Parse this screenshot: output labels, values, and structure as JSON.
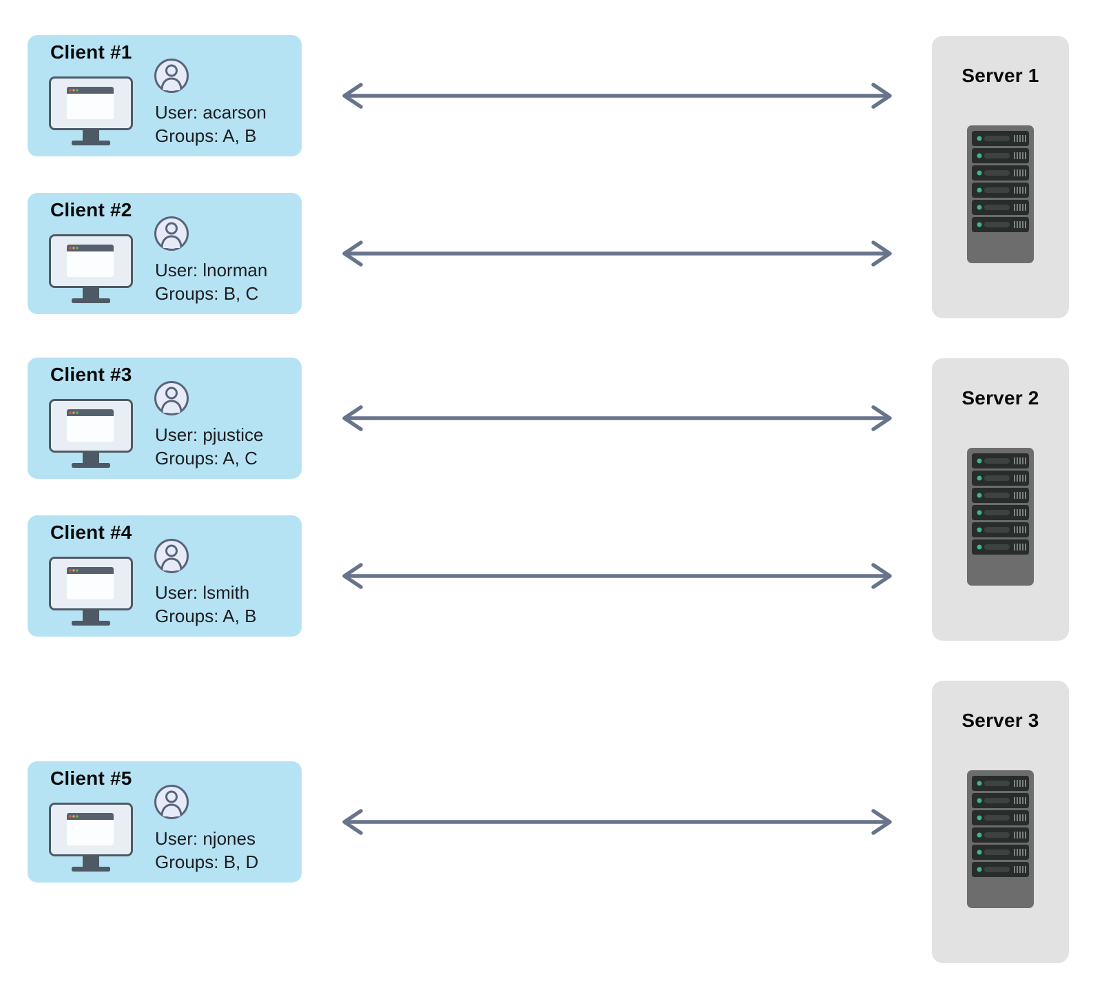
{
  "diagram": {
    "clients": [
      {
        "title": "Client #1",
        "user": "User: acarson",
        "groups": "Groups: A, B"
      },
      {
        "title": "Client #2",
        "user": "User: lnorman",
        "groups": "Groups: B, C"
      },
      {
        "title": "Client #3",
        "user": "User: pjustice",
        "groups": "Groups: A, C"
      },
      {
        "title": "Client #4",
        "user": "User: lsmith",
        "groups": "Groups: A, B"
      },
      {
        "title": "Client #5",
        "user": "User: njones",
        "groups": "Groups: B, D"
      }
    ],
    "servers": [
      {
        "title": "Server 1"
      },
      {
        "title": "Server 2"
      },
      {
        "title": "Server 3"
      }
    ],
    "connections": "each client linked to a server by a double-headed arrow"
  },
  "icons": {
    "client": "monitor-icon",
    "user": "user-avatar-icon",
    "server": "server-rack-icon",
    "link": "bidirectional-arrow-icon"
  },
  "colors": {
    "client_box": "#b6e3f4",
    "server_box": "#e2e2e2",
    "arrow": "#68748c",
    "heading": "#0a0a0a",
    "text": "#1d1d1f",
    "monitor_frame": "#4d5965",
    "monitor_screen": "#e9eef5",
    "browser_window": "#fcfdfe",
    "browser_bar": "#57616e",
    "traffic_red": "#e25c4a",
    "traffic_yellow": "#e8a33d",
    "traffic_green": "#68b768",
    "avatar_fill": "#e6ebf7",
    "avatar_stroke": "#59647a",
    "rack_body": "#6d6d6d",
    "rack_slat": "#282c2a",
    "rack_bar": "#3e4341",
    "rack_led": "#3fb586",
    "rack_vent": "#7d817f"
  }
}
